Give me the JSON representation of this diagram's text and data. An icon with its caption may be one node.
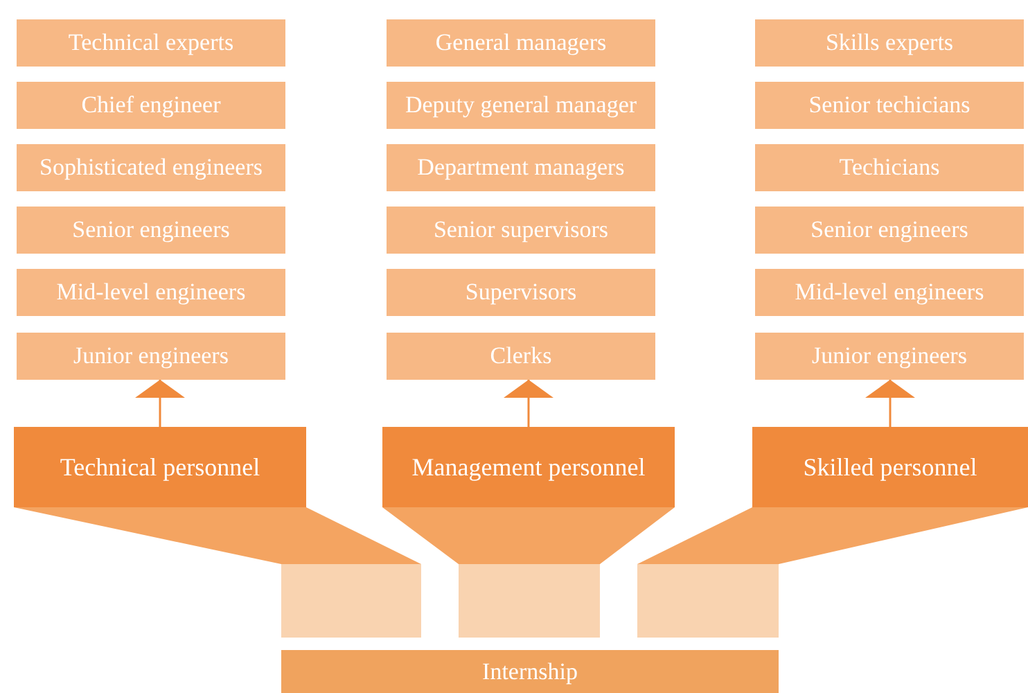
{
  "diagram": {
    "nodes": [
      {
        "text": [
          "Technical experts"
        ]
      },
      {
        "text": [
          "General managers"
        ]
      },
      {
        "text": [
          "Skills experts"
        ]
      },
      {
        "text": [
          "Chief engineer"
        ]
      },
      {
        "text": [
          "Deputy general manager"
        ]
      },
      {
        "text": [
          "Senior techicians"
        ]
      },
      {
        "text": [
          "Sophisticated engineers"
        ]
      },
      {
        "text": [
          "Department managers"
        ]
      },
      {
        "text": [
          "Techicians"
        ]
      },
      {
        "text": [
          "Senior engineers"
        ]
      },
      {
        "text": [
          "Senior supervisors"
        ]
      },
      {
        "text": [
          "Senior engineers"
        ]
      },
      {
        "text": [
          "Mid-level engineers"
        ]
      },
      {
        "text": [
          "Supervisors"
        ]
      },
      {
        "text": [
          "Mid-level engineers"
        ]
      },
      {
        "text": [
          "Junior engineers"
        ]
      },
      {
        "text": [
          "Clerks"
        ]
      },
      {
        "text": [
          "Junior engineers"
        ]
      },
      {
        "text": [
          "Technical personnel"
        ]
      },
      {
        "text": [
          "Management personnel"
        ]
      },
      {
        "text": [
          "Skilled personnel"
        ]
      },
      {
        "text": [],
        "shape": "box"
      },
      {
        "text": [],
        "shape": "box"
      },
      {
        "text": [],
        "shape": "box"
      },
      {
        "text": [
          "Internship"
        ]
      }
    ],
    "edges": [
      {
        "from": 18,
        "to": 15,
        "arrow": "to"
      },
      {
        "from": 19,
        "to": 16,
        "arrow": "to"
      },
      {
        "from": 20,
        "to": 17,
        "arrow": "to"
      },
      {
        "from": 21,
        "to": 18,
        "arrow": "none",
        "style": "thick"
      },
      {
        "from": 22,
        "to": 19,
        "arrow": "none",
        "style": "thick"
      },
      {
        "from": 23,
        "to": 20,
        "arrow": "none",
        "style": "thick"
      }
    ]
  }
}
